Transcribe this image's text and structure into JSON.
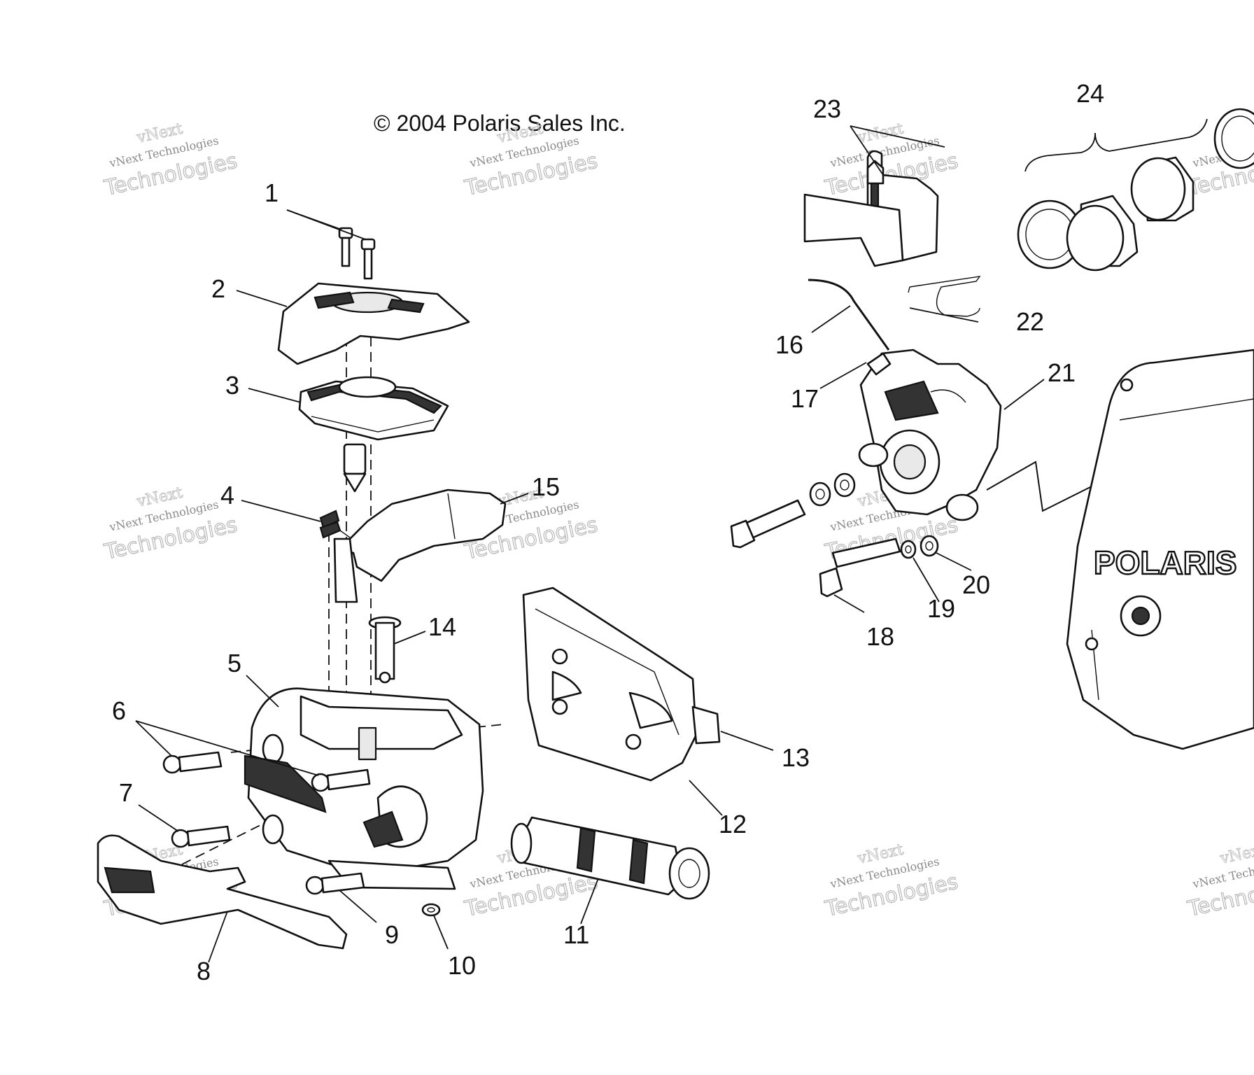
{
  "copyright": "© 2004 Polaris Sales Inc.",
  "watermark": {
    "line1": "vNext",
    "line2": "vNext Technologies",
    "line3": "Technologies"
  },
  "logo_text": "POLARIS",
  "callouts": [
    "1",
    "2",
    "3",
    "4",
    "5",
    "6",
    "7",
    "8",
    "9",
    "10",
    "11",
    "12",
    "13",
    "14",
    "15",
    "16",
    "17",
    "18",
    "19",
    "20",
    "21",
    "22",
    "23",
    "24"
  ]
}
